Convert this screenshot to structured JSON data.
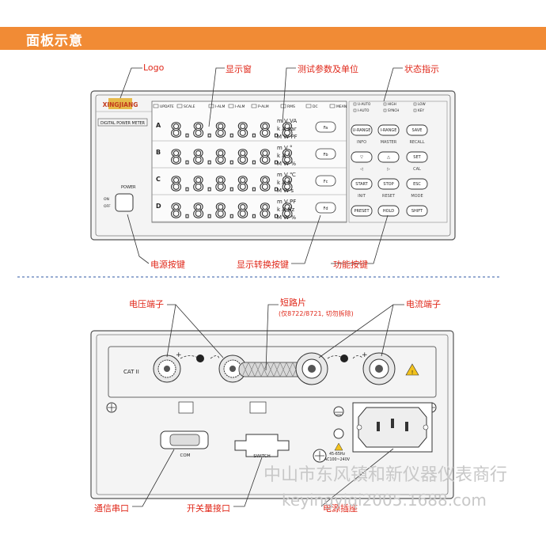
{
  "header": {
    "title": "面板示意"
  },
  "front_callouts": {
    "logo": "Logo",
    "display_window": "显示窗",
    "params_units": "测试参数及单位",
    "status_indicator": "状态指示",
    "power_button": "电源按键",
    "display_switch": "显示转换按键",
    "function_keys": "功能按键"
  },
  "rear_callouts": {
    "voltage_terminal": "电压端子",
    "shorting_bar": "短路片",
    "shorting_note": "(仅8722/8721, 切勿拆除)",
    "current_terminal": "电流端子",
    "comm_port": "通信串口",
    "switch_port": "开关量接口",
    "power_socket": "电源插座"
  },
  "front_panel": {
    "brand": "XINGJIANG",
    "model_label": "DIGITAL POWER METER",
    "power_label": "POWER",
    "power_on": "ON",
    "power_off": "OFF",
    "indicators": [
      "UPDATE",
      "SCALE",
      "I-ALM",
      "I-ALM",
      "P-ALM",
      "RMS",
      "DC",
      "MEAN"
    ],
    "channels": [
      {
        "name": "A",
        "digits": "8.8.8.8.8.8",
        "units": [
          "m V VA",
          "k A var",
          "M W PF"
        ],
        "button": "Fa"
      },
      {
        "name": "B",
        "digits": "8.8.8.8.8.8",
        "units": [
          "m V °",
          "k A °",
          "M W %"
        ],
        "button": "Fb"
      },
      {
        "name": "C",
        "digits": "8.8.8.8.8.8",
        "units": [
          "m V ℃",
          "k A h",
          "M W s"
        ],
        "button": "Fc"
      },
      {
        "name": "D",
        "digits": "8.8.8.8.8.8",
        "units": [
          "m V PF",
          "k A Hz",
          "M W %"
        ],
        "button": "Fd"
      }
    ],
    "status_leds": [
      "U-AUTO",
      "HIGH",
      "LOW",
      "I-AUTO",
      "SYNCH",
      "KEY"
    ],
    "keys": [
      {
        "label": "U-RANGE",
        "sub": "INFO"
      },
      {
        "label": "I-RANGE",
        "sub": "MASTER"
      },
      {
        "label": "SAVE",
        "sub": "RECALL"
      },
      {
        "label": "▽",
        "sub": "◁"
      },
      {
        "label": "△",
        "sub": "▷"
      },
      {
        "label": "SET",
        "sub": "CAL"
      },
      {
        "label": "START",
        "sub": "INIT"
      },
      {
        "label": "STOP",
        "sub": "RESET"
      },
      {
        "label": "ESC",
        "sub": "MODE"
      },
      {
        "label": "PRESET",
        "sub": ""
      },
      {
        "label": "HOLD",
        "sub": ""
      },
      {
        "label": "SHIFT",
        "sub": ""
      }
    ]
  },
  "rear_panel": {
    "cat_label": "CAT II",
    "plus": "+",
    "com_label": "COM",
    "switch_label": "SWITCH",
    "freq_label": "45-65Hz",
    "voltage_label": "AC100~240V"
  },
  "watermark": {
    "line1": "中山市东风镇和新仪器仪表商行",
    "line2": "keyingyiqi2005.1688.com"
  },
  "colors": {
    "header": "#f18b35",
    "callout": "#e0281a",
    "panel": "#f2f2f2"
  }
}
